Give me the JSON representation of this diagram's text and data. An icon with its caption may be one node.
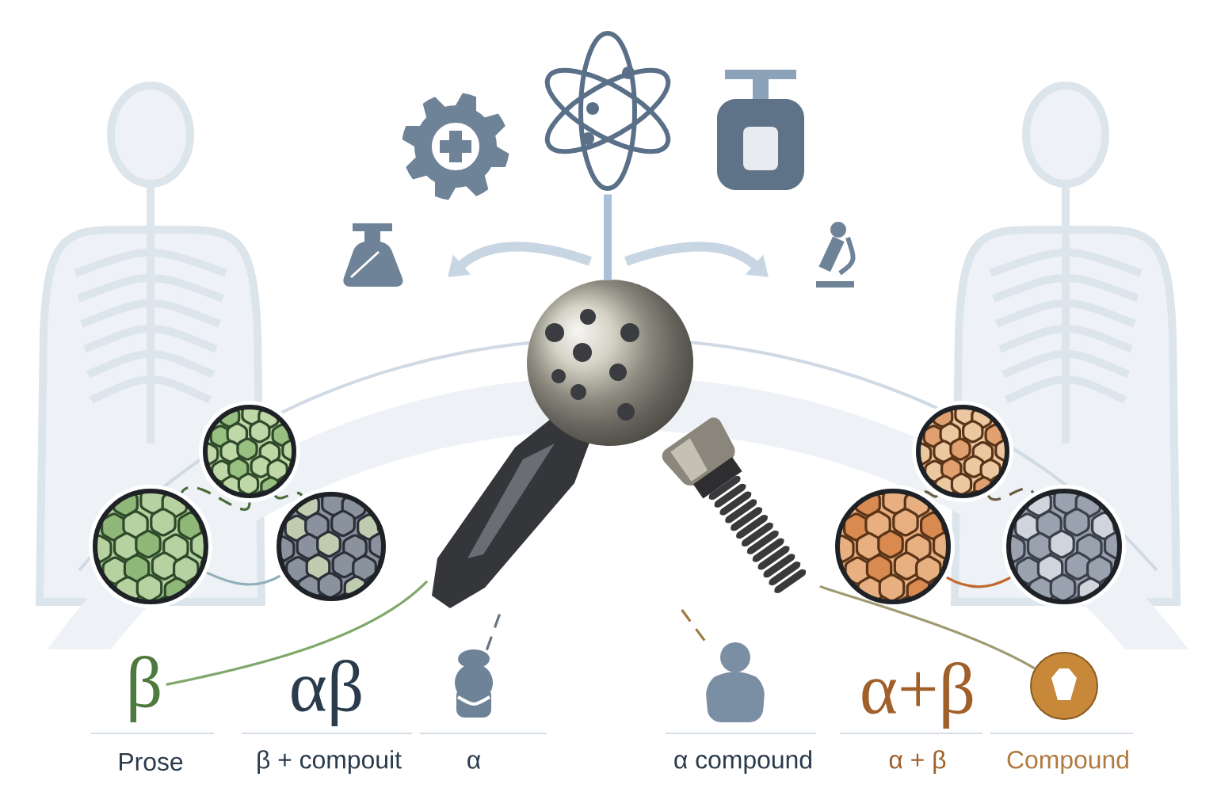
{
  "diagram": {
    "nodes": [
      {
        "text": [],
        "shape": "picture"
      },
      {
        "text": [],
        "shape": "picture"
      },
      {
        "text": [],
        "shape": "picture"
      },
      {
        "text": [],
        "shape": "circle"
      },
      {
        "text": [],
        "shape": "circle"
      },
      {
        "text": [],
        "shape": "circle"
      },
      {
        "text": [],
        "shape": "circle"
      },
      {
        "text": [],
        "shape": "circle"
      },
      {
        "text": [],
        "shape": "circle"
      },
      {
        "text": [
          "β"
        ]
      },
      {
        "text": [
          "αβ"
        ]
      },
      {
        "text": [],
        "shape": "person"
      },
      {
        "text": [],
        "shape": "person"
      },
      {
        "text": [
          "α+β"
        ]
      },
      {
        "text": [],
        "shape": "circle"
      }
    ],
    "edges": [
      {
        "from": 9,
        "to": 0,
        "arrow": "none",
        "color": "#7fa86a"
      },
      {
        "from": 3,
        "to": 5,
        "arrow": "none",
        "color": "#8fb0b8"
      },
      {
        "from": 4,
        "to": 3,
        "arrow": "none",
        "style": "dashed",
        "color": "#4a6a3a"
      },
      {
        "from": 4,
        "to": 5,
        "arrow": "none",
        "style": "dashed",
        "color": "#4a6a3a"
      },
      {
        "from": 11,
        "to": 0,
        "arrow": "none",
        "style": "dashed",
        "color": "#6a7580"
      },
      {
        "from": 12,
        "to": 0,
        "arrow": "none",
        "style": "dashed",
        "color": "#a07a40"
      },
      {
        "from": 14,
        "to": 1,
        "arrow": "none",
        "color": "#a09a70"
      },
      {
        "from": 7,
        "to": 8,
        "arrow": "none",
        "color": "#c06a30"
      },
      {
        "from": 6,
        "to": 7,
        "arrow": "none",
        "style": "dashed",
        "color": "#6a5a40"
      },
      {
        "from": 6,
        "to": 8,
        "arrow": "none",
        "style": "dashed",
        "color": "#6a5a40"
      },
      {
        "from": 2,
        "to": 0,
        "arrow": "none",
        "style": "thick",
        "color": "#a8c0d8"
      }
    ],
    "labels": [
      "Prose",
      "β + compouit",
      "α",
      "α compound",
      "α + β",
      "Compound"
    ]
  }
}
